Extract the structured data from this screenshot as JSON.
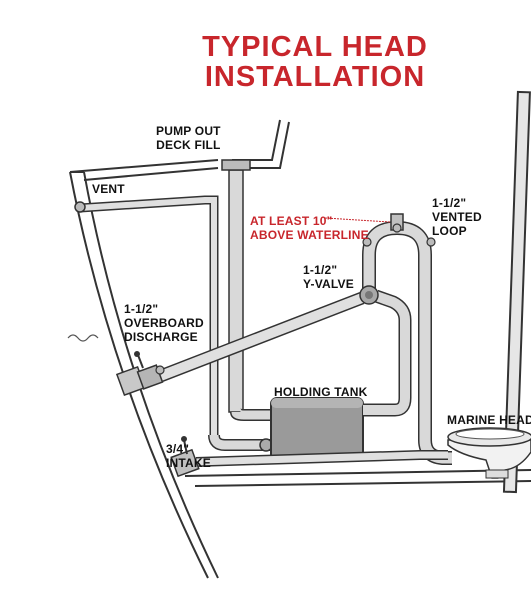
{
  "title": {
    "line1": "TYPICAL HEAD",
    "line2": "INSTALLATION"
  },
  "labels": {
    "pump_out_line1": "PUMP OUT",
    "pump_out_line2": "DECK FILL",
    "vent": "VENT",
    "waterline_line1": "AT LEAST 10\"",
    "waterline_line2": "ABOVE WATERLINE",
    "vented_loop_line1": "1-1/2\"",
    "vented_loop_line2": "VENTED",
    "vented_loop_line3": "LOOP",
    "y_valve_line1": "1-1/2\"",
    "y_valve_line2": "Y-VALVE",
    "overboard_line1": "1-1/2\"",
    "overboard_line2": "OVERBOARD",
    "overboard_line3": "DISCHARGE",
    "holding_tank": "HOLDING TANK",
    "marine_head": "MARINE HEAD",
    "intake_line1": "3/4\"",
    "intake_line2": "INTAKE"
  },
  "colors": {
    "title": "#c8262c",
    "annotation_red": "#c8262c",
    "pipe_fill": "#d9d9d9",
    "pipe_stroke": "#333333",
    "tank_fill": "#9a9a9a"
  }
}
